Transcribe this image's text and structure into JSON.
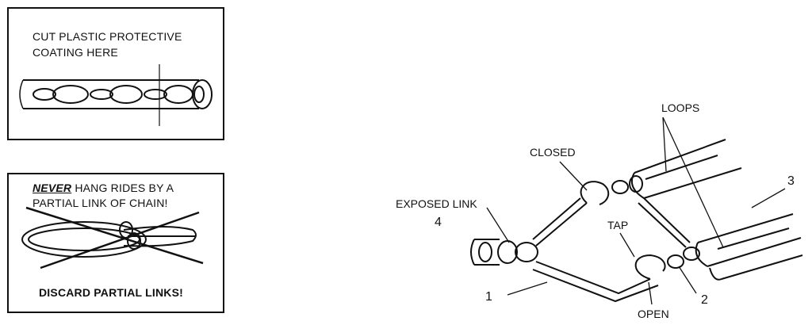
{
  "panel_cut": {
    "line1": "CUT PLASTIC PROTECTIVE",
    "line2": "COATING HERE"
  },
  "panel_never": {
    "never": "NEVER",
    "line1_rest": "HANG RIDES BY A",
    "line2": "PARTIAL LINK OF CHAIN!",
    "footer": "DISCARD PARTIAL LINKS!"
  },
  "labels": {
    "loops": "LOOPS",
    "closed": "CLOSED",
    "exposed_link": "EXPOSED LINK",
    "tap": "TAP",
    "open": "OPEN",
    "n1": "1",
    "n2": "2",
    "n3": "3",
    "n4": "4"
  }
}
